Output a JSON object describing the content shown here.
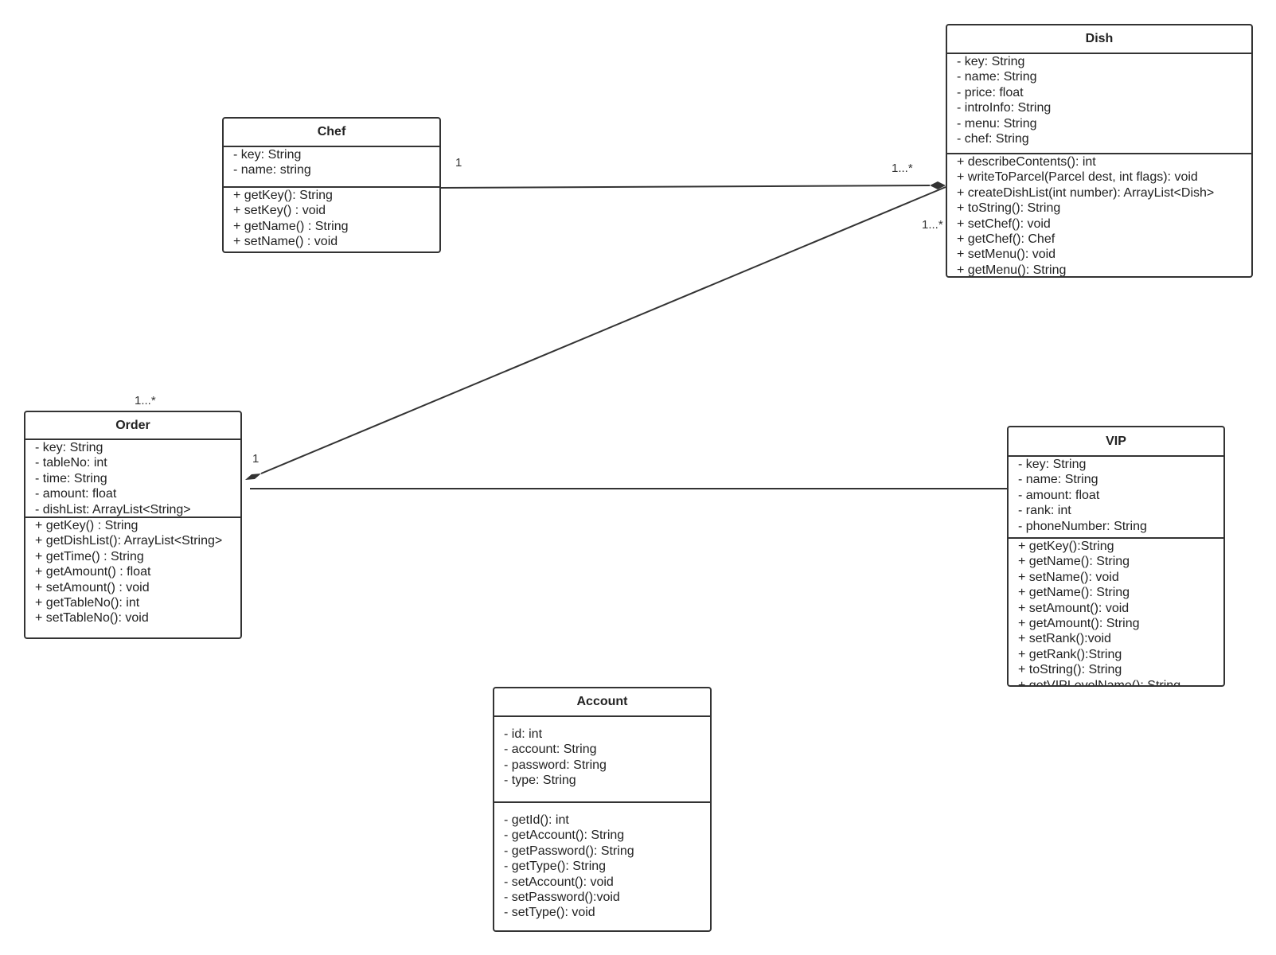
{
  "classes": [
    {
      "id": "chef",
      "name": "Chef",
      "attributes": [
        "- key: String",
        "- name: string"
      ],
      "methods": [
        "+ getKey(): String",
        "+ setKey() : void",
        "+ getName() : String",
        "+ setName() : void"
      ]
    },
    {
      "id": "dish",
      "name": "Dish",
      "attributes": [
        "- key: String",
        "- name: String",
        "- price: float",
        "- introInfo: String",
        "- menu: String",
        "- chef: String"
      ],
      "methods": [
        "+ describeContents(): int",
        "+ writeToParcel(Parcel dest, int flags): void",
        "+ createDishList(int number): ArrayList<Dish>",
        "+ toString(): String",
        "+ setChef(): void",
        "+ getChef(): Chef",
        "+ setMenu(): void",
        "+ getMenu(): String"
      ]
    },
    {
      "id": "order",
      "name": "Order",
      "attributes": [
        "- key: String",
        "- tableNo: int",
        "- time: String",
        "- amount: float",
        "- dishList: ArrayList<String>"
      ],
      "methods": [
        "+ getKey() : String",
        "+ getDishList(): ArrayList<String>",
        "+ getTime() : String",
        "+ getAmount() : float",
        "+ setAmount() : void",
        "+ getTableNo(): int",
        "+ setTableNo():  void"
      ]
    },
    {
      "id": "vip",
      "name": "VIP",
      "attributes": [
        "- key: String",
        "- name: String",
        "- amount: float",
        "- rank: int",
        "- phoneNumber: String"
      ],
      "methods": [
        "+ getKey():String",
        "+ getName(): String",
        "+ setName(): void",
        "+ getName(): String",
        "+ setAmount(): void",
        "+ getAmount(): String",
        "+ setRank():void",
        "+ getRank():String",
        "+ toString(): String",
        "+ getVIPLevelName(): String"
      ]
    },
    {
      "id": "account",
      "name": "Account",
      "attributes": [
        "- id: int",
        "- account: String",
        "- password: String",
        "- type: String"
      ],
      "methods": [
        "- getId(): int",
        "- getAccount(): String",
        "- getPassword(): String",
        "- getType(): String",
        "- setAccount(): void",
        "- setPassword():void",
        "- setType(): void"
      ]
    }
  ],
  "relationships": [
    {
      "from": "chef",
      "to": "dish",
      "type": "composition",
      "from_multiplicity": "1",
      "to_multiplicity": "1...*"
    },
    {
      "from": "order",
      "to": "dish",
      "type": "composition",
      "from_multiplicity": "1",
      "to_multiplicity": "1...*"
    },
    {
      "from": "order",
      "to": "vip",
      "type": "association",
      "from_multiplicity": "1...*"
    }
  ],
  "colors": {
    "line": "#333333",
    "background": "#ffffff"
  }
}
